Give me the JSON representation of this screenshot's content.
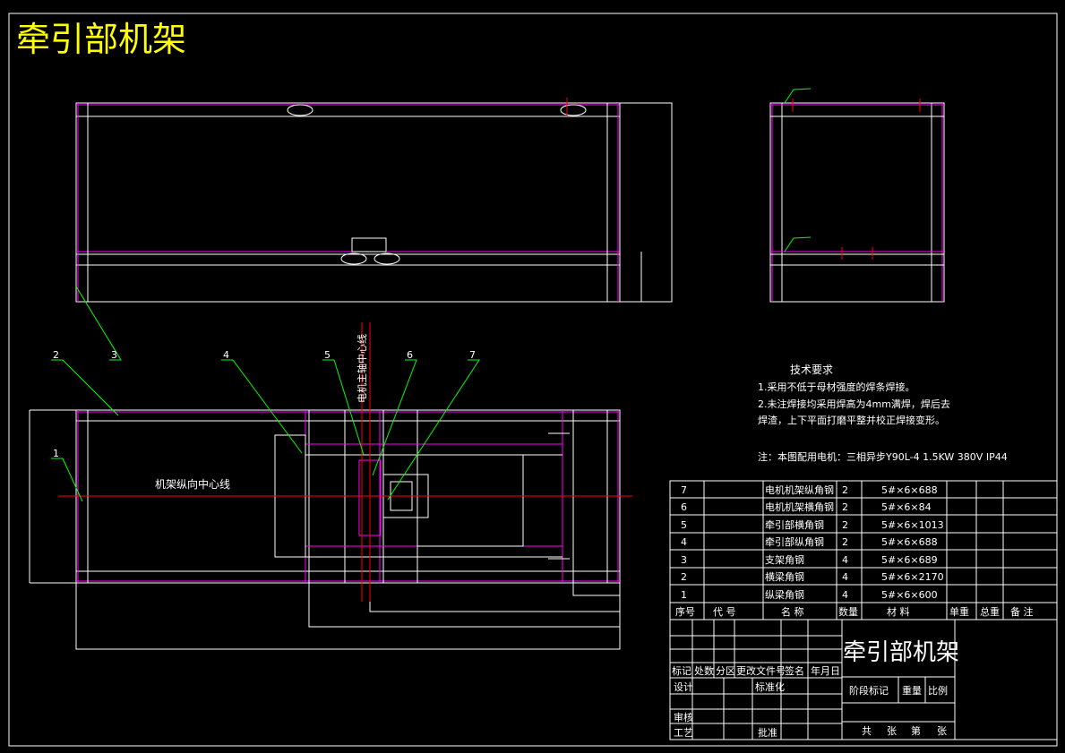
{
  "drawing_title": "牵引部机架",
  "labels": {
    "center_line_long": "机架纵向中心线",
    "center_line_vertical": "电机主轴中心线"
  },
  "leader_numbers": [
    "1",
    "2",
    "3",
    "4",
    "5",
    "6",
    "7"
  ],
  "tech_requirements": {
    "heading": "技术要求",
    "lines": [
      "1.采用不低于母材强度的焊条焊接。",
      "2.未注焊接均采用焊高为4mm满焊，焊后去",
      "  焊渣，上下平面打磨平整并校正焊接变形。"
    ],
    "motor_note": "注：本图配用电机：三相异步Y90L-4  1.5KW  380V  IP44"
  },
  "bom": {
    "rows": [
      {
        "no": "7",
        "name": "电机机架纵角钢",
        "qty": "2",
        "material": "5#×6×688"
      },
      {
        "no": "6",
        "name": "电机机架横角钢",
        "qty": "2",
        "material": "5#×6×84"
      },
      {
        "no": "5",
        "name": "牵引部横角钢",
        "qty": "2",
        "material": "5#×6×1013"
      },
      {
        "no": "4",
        "name": "牵引部纵角钢",
        "qty": "2",
        "material": "5#×6×688"
      },
      {
        "no": "3",
        "name": "支架角钢",
        "qty": "4",
        "material": "5#×6×689"
      },
      {
        "no": "2",
        "name": "横梁角钢",
        "qty": "4",
        "material": "5#×6×2170"
      },
      {
        "no": "1",
        "name": "纵梁角钢",
        "qty": "4",
        "material": "5#×6×600"
      }
    ],
    "header": {
      "no": "序号",
      "code": "代   号",
      "name": "名   称",
      "qty": "数量",
      "material": "材   料",
      "unit_weight": "单重",
      "total_weight": "总重",
      "remark": "备 注"
    }
  },
  "title_block": {
    "drawing_name": "牵引部机架",
    "marks": "标记",
    "count": "处数",
    "zone": "分区",
    "change_doc": "更改文件号",
    "sign": "签名",
    "date": "年月日",
    "design": "设计",
    "standardize": "标准化",
    "review": "审核",
    "process": "工艺",
    "approve": "批准",
    "stage_mark": "阶段标记",
    "weight": "重量",
    "scale": "比例",
    "sheets_total": "共",
    "sheets_word": "张",
    "sheet_no": "第",
    "sheet_word2": "张"
  },
  "colors": {
    "background": "#000000",
    "line": "#ffffff",
    "magenta": "#ff00ff",
    "red": "#ff0000",
    "leader": "#00ff00",
    "title": "#ffff00"
  }
}
